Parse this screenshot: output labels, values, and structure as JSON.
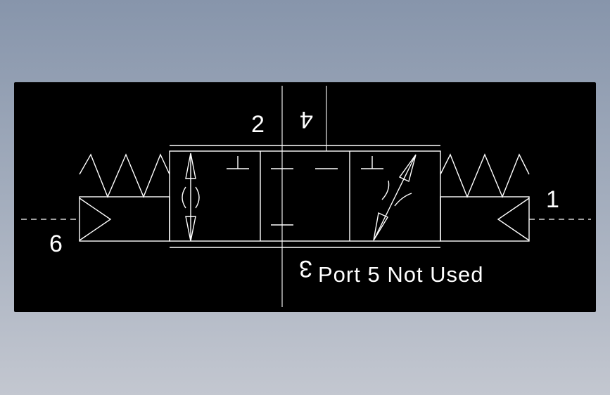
{
  "ports": {
    "p2": "2",
    "p4": "4",
    "p3": "3",
    "p6": "6",
    "p1": "1"
  },
  "note": "Port 5 Not Used",
  "colors": {
    "background_top": "#8795ab",
    "background_bottom": "#c3c7d0",
    "canvas": "#000000",
    "lines": "#ffffff"
  }
}
